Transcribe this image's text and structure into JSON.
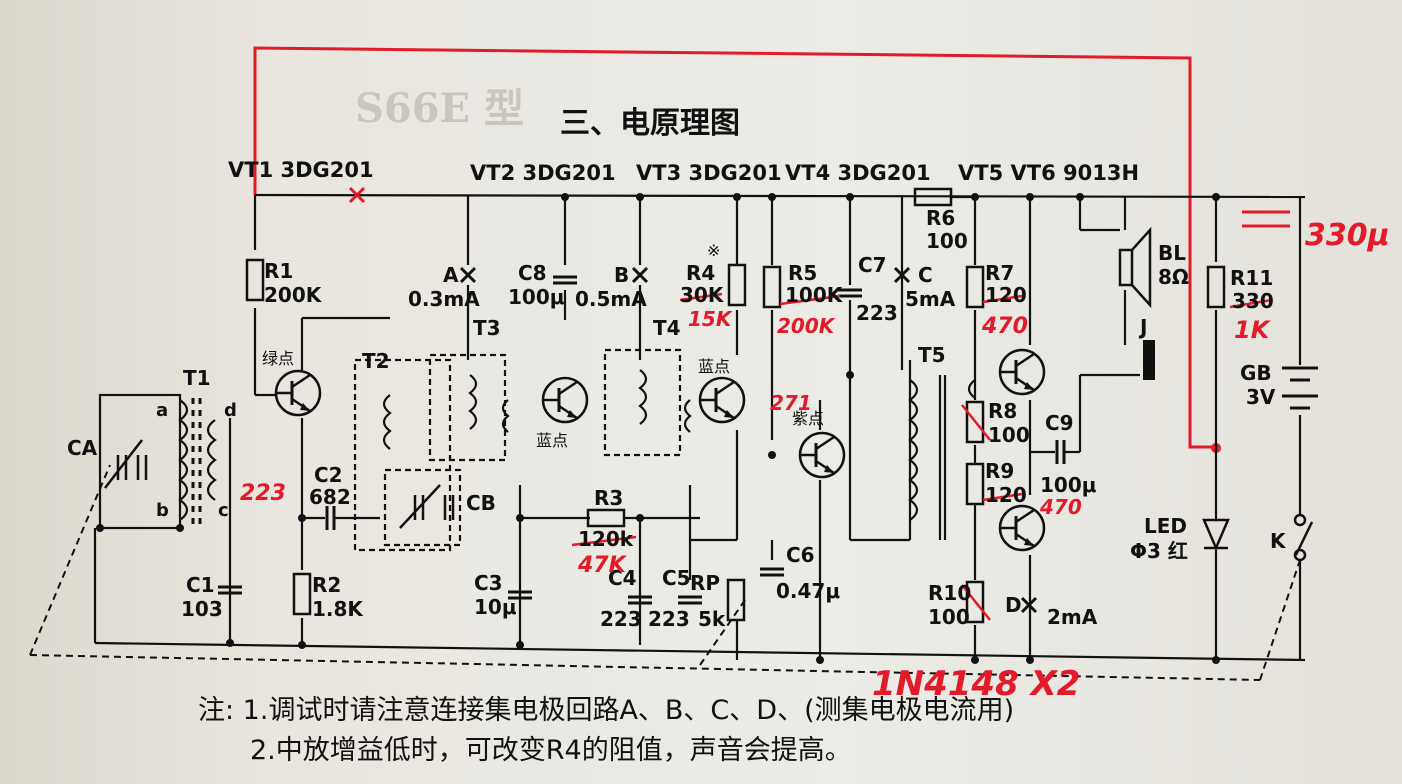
{
  "title": "三、电原理图",
  "transistors": {
    "vt1": "VT1 3DG201",
    "vt2": "VT2 3DG201",
    "vt3": "VT3 3DG201",
    "vt4": "VT4 3DG201",
    "vt56": "VT5  VT6  9013H"
  },
  "components": {
    "r1": [
      "R1",
      "200K"
    ],
    "r2": [
      "R2",
      "1.8K"
    ],
    "r3": [
      "R3",
      "120k"
    ],
    "r4": [
      "R4",
      "30K"
    ],
    "r5": [
      "R5",
      "100K"
    ],
    "r6": [
      "R6",
      "100"
    ],
    "r7": [
      "R7",
      "120"
    ],
    "r8": [
      "R8",
      "100"
    ],
    "r9": [
      "R9",
      "120"
    ],
    "r10": [
      "R10",
      "100"
    ],
    "r11": [
      "R11",
      "330"
    ],
    "c1": [
      "C1",
      "103"
    ],
    "c2": [
      "C2",
      "682"
    ],
    "c3": [
      "C3",
      "10μ"
    ],
    "c4": [
      "C4",
      "223"
    ],
    "c5": [
      "C5",
      "223"
    ],
    "c6": [
      "C6",
      "0.47μ"
    ],
    "c7": [
      "C7",
      "223"
    ],
    "c8": [
      "C8",
      "100μ"
    ],
    "c9": [
      "C9",
      "100μ"
    ],
    "rp": [
      "RP",
      "5k"
    ],
    "ca": "CA",
    "cb": "CB",
    "t1": "T1",
    "t2": "T2",
    "t3": "T3",
    "t4": "T4",
    "t5": "T5",
    "bl": [
      "BL",
      "8Ω"
    ],
    "jack": "J",
    "led": [
      "LED",
      "Φ3 红"
    ],
    "gb": [
      "GB",
      "3V"
    ],
    "switch": "K",
    "coil_a": "a",
    "coil_b": "b",
    "coil_c": "c",
    "coil_d": "d",
    "mark": "※"
  },
  "points": {
    "a": [
      "A",
      "0.3mA"
    ],
    "b": [
      "B",
      "0.5mA"
    ],
    "c": [
      "C",
      "5mA"
    ],
    "d": [
      "D",
      "2mA"
    ]
  },
  "dots": {
    "green": "绿点",
    "blue1": "蓝点",
    "blue2": "蓝点",
    "purple": "紫点"
  },
  "handwritten": {
    "c2": "223",
    "r4": "15K",
    "r5": "200K",
    "cap": "271",
    "r3": "47K",
    "r7": "470",
    "r9": "470",
    "r11": "1K",
    "bulk": "330μ",
    "diodes": "1N4148 X2"
  },
  "notes": {
    "line1": "注: 1.调试时请注意连接集电极回路A、B、C、D、(测集电极电流用)",
    "line2": "2.中放增益低时，可改变R4的阻值，声音会提高。"
  },
  "faded_heading": "S66E 型"
}
